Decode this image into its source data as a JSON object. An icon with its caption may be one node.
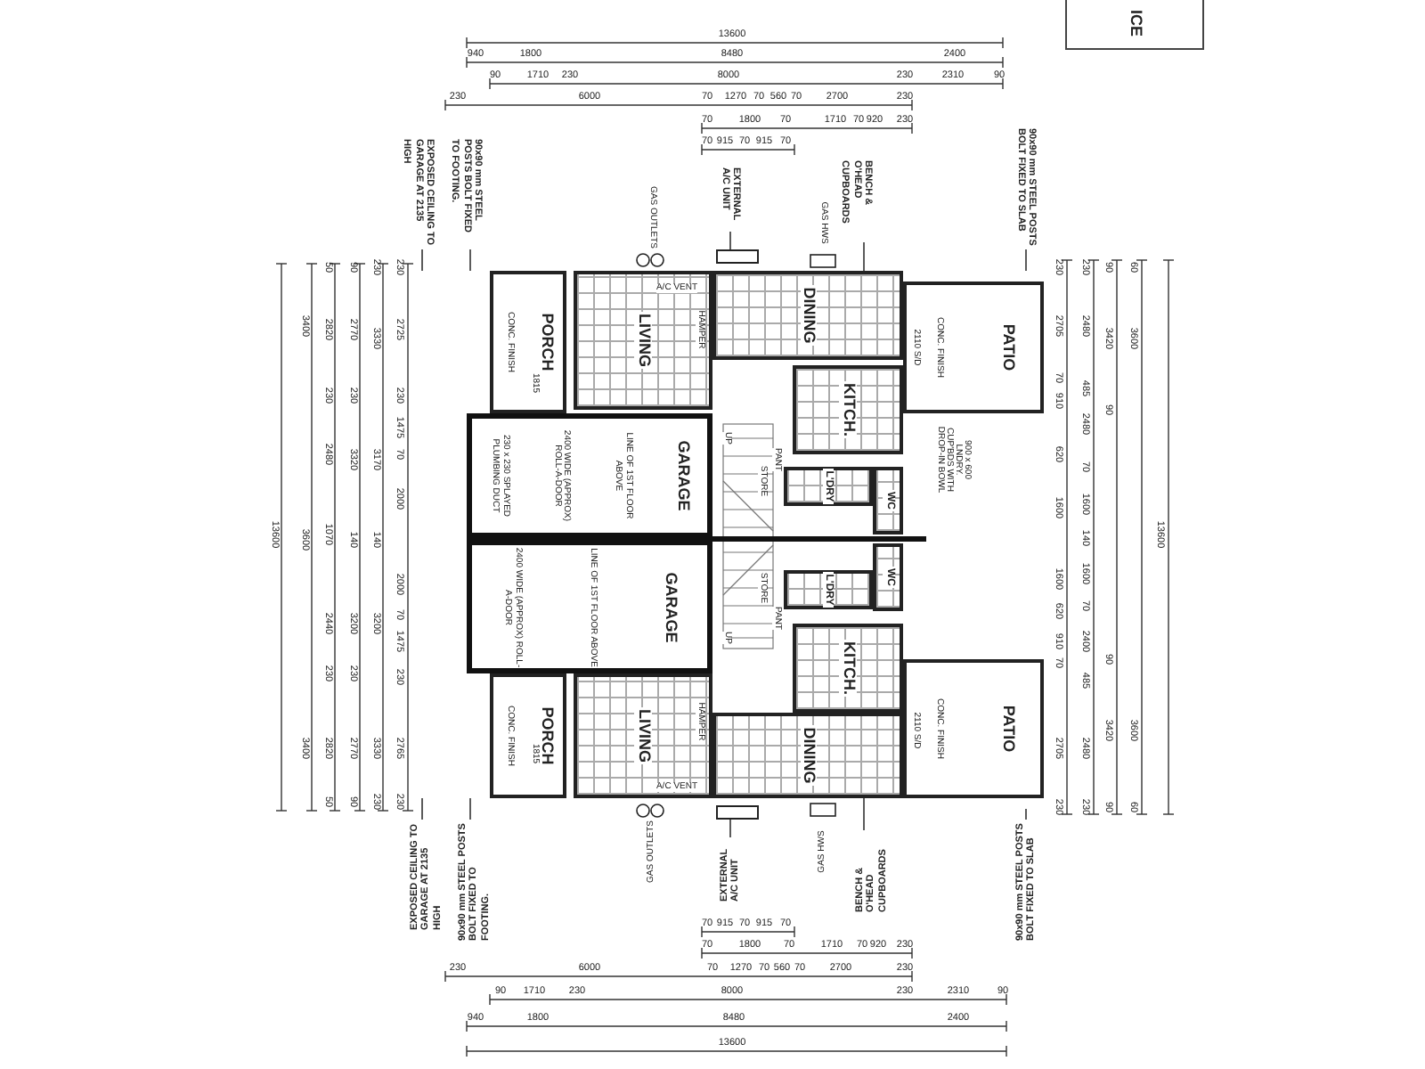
{
  "diagram": {
    "nodes": [
      {
        "text": [
          "PORCH",
          "CONC. FINISH"
        ]
      },
      {
        "text": [
          "LIVING"
        ]
      },
      {
        "text": [
          "DINING"
        ]
      },
      {
        "text": [
          "KITCH."
        ]
      },
      {
        "text": [
          "PATIO",
          "CONC. FINISH"
        ]
      },
      {
        "text": [
          "GARAGE",
          "LINE OF 1ST FLOOR ABOVE",
          "2400 WIDE (APPROX) ROLL-A-DOOR",
          "230 x 230 SPLAYED PLUMBING DUCT"
        ]
      },
      {
        "text": [
          "L'DRY"
        ]
      },
      {
        "text": [
          "WC"
        ]
      },
      {
        "text": [
          "WC"
        ]
      },
      {
        "text": [
          "L'DRY"
        ]
      },
      {
        "text": [
          "GARAGE",
          "LINE OF 1ST FLOOR ABOVE",
          "2400 WIDE (APPROX) ROLL-A-DOOR"
        ]
      },
      {
        "text": [
          "KITCH."
        ]
      },
      {
        "text": [
          "PORCH",
          "CONC. FINISH"
        ]
      },
      {
        "text": [
          "LIVING"
        ]
      },
      {
        "text": [
          "DINING"
        ]
      },
      {
        "text": [
          "PATIO",
          "CONC. FINISH"
        ]
      },
      {
        "text": [
          "EXPOSED CEILING TO GARAGE AT 2135 HIGH"
        ]
      },
      {
        "text": [
          "90x90 mm STEEL POSTS BOLT FIXED TO FOOTING."
        ]
      },
      {
        "text": [
          "EXTERNAL A/C UNIT"
        ]
      },
      {
        "text": [
          "BENCH & O'HEAD CUPBOARDS"
        ]
      },
      {
        "text": [
          "90x90 mm STEEL POSTS BOLT FIXED TO SLAB"
        ]
      },
      {
        "text": [],
        "shape": "box"
      },
      {
        "text": [
          "EXPOSED CEILING TO GARAGE AT 2135 HIGH"
        ]
      },
      {
        "text": [
          "90x90 mm STEEL POSTS BOLT FIXED TO FOOTING."
        ]
      },
      {
        "text": [
          "EXTERNAL A/C UNIT"
        ]
      },
      {
        "text": [
          "BENCH & O'HEAD CUPBOARDS"
        ]
      },
      {
        "text": [
          "90x90 mm STEEL POSTS BOLT FIXED TO SLAB"
        ]
      },
      {
        "text": [],
        "shape": "box"
      },
      {
        "text": [
          "ICE"
        ]
      }
    ],
    "edges": [
      {
        "from": 16,
        "to": null,
        "arrow": "none"
      },
      {
        "from": 17,
        "to": null,
        "arrow": "none"
      },
      {
        "from": 18,
        "to": 21,
        "arrow": "none"
      },
      {
        "from": 19,
        "to": 2,
        "arrow": "none"
      },
      {
        "from": 20,
        "to": null,
        "arrow": "none"
      },
      {
        "from": 22,
        "to": null,
        "arrow": "none"
      },
      {
        "from": 23,
        "to": null,
        "arrow": "none"
      },
      {
        "from": 24,
        "to": 27,
        "arrow": "none"
      },
      {
        "from": 25,
        "to": 14,
        "arrow": "none"
      },
      {
        "from": 26,
        "to": null,
        "arrow": "none"
      }
    ],
    "labels": [
      "13600",
      "940",
      "1800",
      "8480",
      "2400",
      "90",
      "1710",
      "230",
      "8000",
      "230",
      "2310",
      "90",
      "230",
      "6000",
      "70",
      "1270",
      "70",
      "560",
      "70",
      "2700",
      "230",
      "70",
      "1800",
      "70",
      "1710",
      "70",
      "920",
      "230",
      "70",
      "915",
      "70",
      "915",
      "70",
      "13600",
      "3400",
      "3600",
      "3400",
      "50",
      "2820",
      "230",
      "2480",
      "1070",
      "2440",
      "230",
      "2820",
      "50",
      "90",
      "2770",
      "230",
      "3320",
      "140",
      "3200",
      "230",
      "2770",
      "90",
      "230",
      "3330",
      "3170",
      "140",
      "3200",
      "3330",
      "230",
      "230",
      "2725",
      "230",
      "1475",
      "70",
      "2000",
      "2000",
      "70",
      "1475",
      "230",
      "2765",
      "230",
      "230",
      "2705",
      "70",
      "910",
      "620",
      "1600",
      "1600",
      "620",
      "910",
      "70",
      "2705",
      "230",
      "230",
      "2480",
      "485",
      "2480",
      "70",
      "1600",
      "140",
      "1600",
      "70",
      "2400",
      "485",
      "2480",
      "230",
      "90",
      "3420",
      "90",
      "90",
      "3420",
      "90",
      "60",
      "3600",
      "3600",
      "60",
      "13600",
      "70",
      "915",
      "70",
      "915",
      "70",
      "70",
      "1800",
      "70",
      "1710",
      "70",
      "920",
      "230",
      "230",
      "6000",
      "70",
      "1270",
      "70",
      "560",
      "70",
      "2700",
      "230",
      "90",
      "1710",
      "230",
      "8000",
      "230",
      "2310",
      "90",
      "940",
      "1800",
      "8480",
      "2400",
      "13600",
      "1815",
      "A/C VENT",
      "HAMPER",
      "UP",
      "STORE",
      "PANT",
      "2110 S/D",
      "900 x 600 LNDRY. CUP'BDS WITH DROP-IN BOWL",
      "STORE",
      "PANT",
      "UP",
      "HAMPER",
      "A/C VENT",
      "2110 S/D",
      "1815",
      "GAS OUTLETS",
      "GAS HWS",
      "GAS OUTLETS",
      "GAS HWS"
    ]
  }
}
